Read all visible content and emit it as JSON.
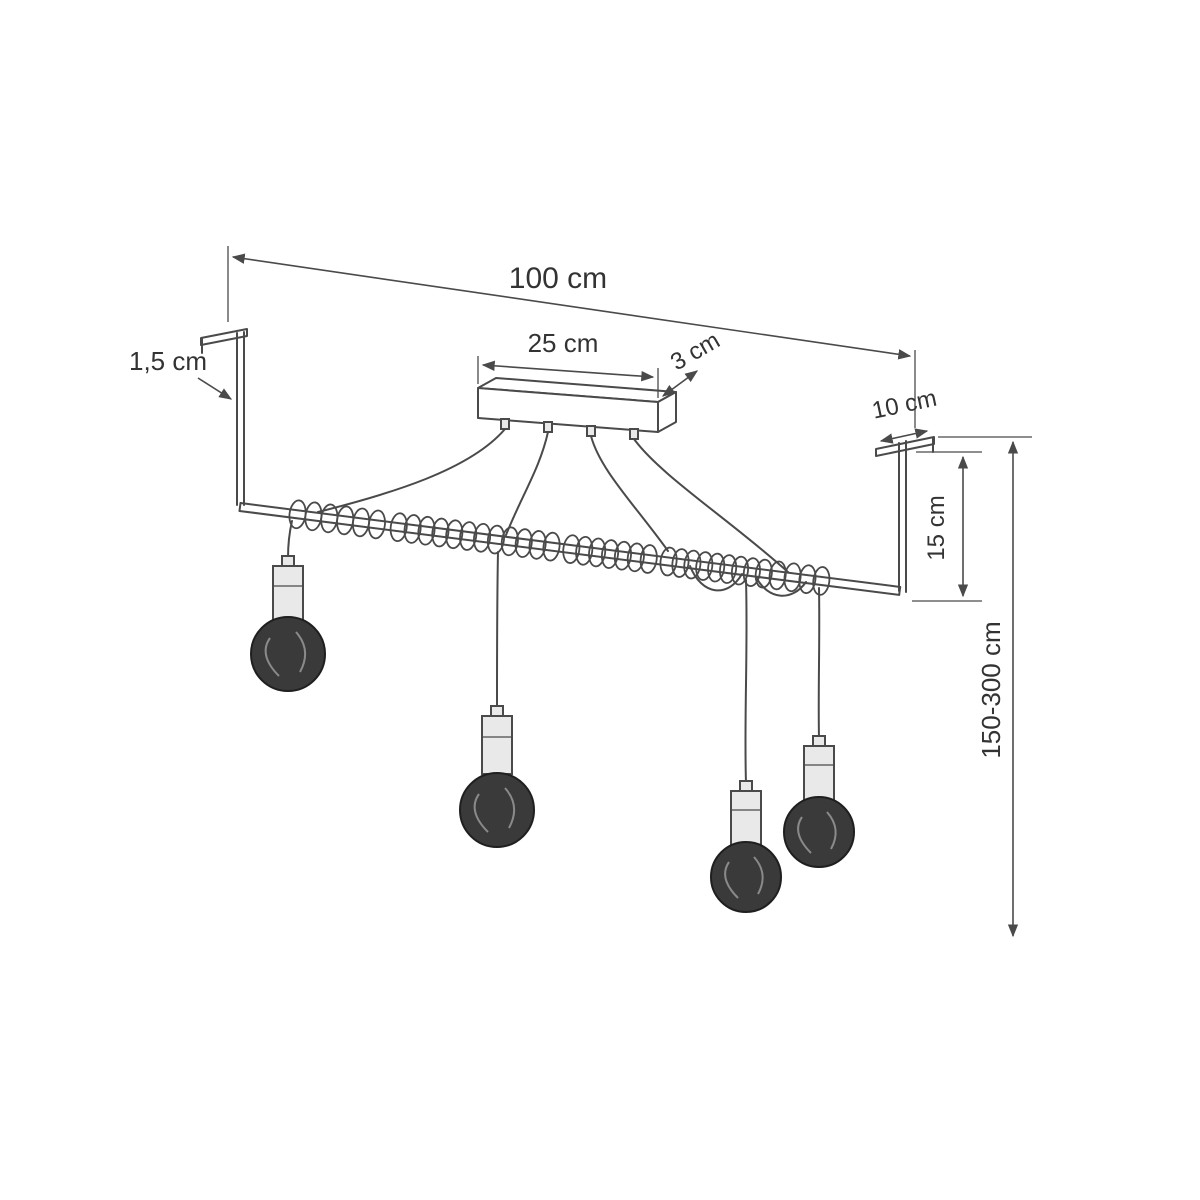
{
  "meta": {
    "background_color": "#ffffff",
    "line_color": "#4a4a4a",
    "text_color": "#333333",
    "subject": "pendant-lamp-dimension-diagram"
  },
  "labels": {
    "total_width": "100 cm",
    "canopy_width": "25 cm",
    "canopy_depth": "3 cm",
    "bracket_thickness": "1,5 cm",
    "mount_plate_width": "10 cm",
    "bracket_drop": "15 cm",
    "suspension_height_range": "150-300 cm"
  }
}
